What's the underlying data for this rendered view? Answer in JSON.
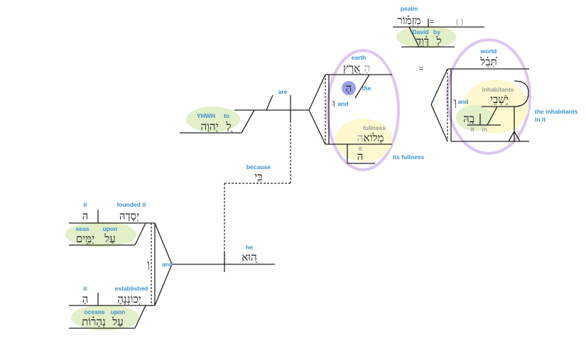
{
  "diagram": {
    "title_clause": {
      "psalm_gloss": "psalm",
      "psalm_heb": "מִזְמ֗וֹר",
      "equals": "=",
      "paren": "( )",
      "david_gloss": "David",
      "by_gloss": "by",
      "david_heb": "דָּ֫וִ֥ד",
      "by_heb": "לְ"
    },
    "clause1": {
      "yhwh_gloss": "YHWH",
      "to_gloss": "to",
      "yhwh_heb": "יְהוָה",
      "to_heb": "לַ֭",
      "are_gloss": "are",
      "earth_gloss": "earth",
      "earth_heb": "אָ֭רֶץ",
      "earth_article": "הָ",
      "the_gloss": "the",
      "the_heb": "הָ",
      "and_gloss": "and",
      "and_heb": "וּ",
      "fullness_gloss": "fullness",
      "fullness_heb": "מְלוֹא",
      "fullness_suffix": "הּ",
      "it_gloss": "it",
      "it_heb": "הּ",
      "its_fullness_gloss": "its fullness",
      "equals": "=",
      "world_gloss": "world",
      "world_heb": "תֵּ֝בֵ֗ל",
      "and2_gloss": "and",
      "and2_heb": "וְ",
      "inhabitants_gloss": "inhabitants",
      "inhabitants_heb": "יֹ֣שְׁבֵי",
      "in_it_heb": "בָֽהּ",
      "it2_gloss": "it",
      "in_gloss": "in",
      "inhabitants_in_it_gloss_1": "the inhabitants",
      "inhabitants_in_it_gloss_2": "in it"
    },
    "because": {
      "gloss": "because",
      "heb": "כִּֽי"
    },
    "clause2": {
      "he_gloss": "he",
      "he_heb": "ה֭וּא",
      "and_gloss": "and",
      "and_heb": "וְ",
      "it1_gloss": "it",
      "it1_heb": "הּ",
      "founded_gloss": "founded it",
      "founded_heb": "יְסָדָהּ",
      "seas_gloss": "seas",
      "upon1_gloss": "upon",
      "seas_heb": "יַמִּ֣ים",
      "upon1_heb": "עַל",
      "it2_gloss": "it",
      "it2_heb": "הָ",
      "established_gloss": "established",
      "established_heb": "יְכוֹנְנֶהָ",
      "oceans_gloss": "oceans",
      "upon2_gloss": "upon",
      "oceans_heb": "נְהָר֗וֹת",
      "upon2_heb": "עַל"
    },
    "colors": {
      "green_highlight": "#e2efc9",
      "yellow_highlight": "#fdf8cf",
      "purple_ring": "#dcc8f0",
      "article_circle": "#9aa3e6",
      "gloss_blue": "#3a8fd0",
      "grey_text": "#9a9a9a"
    }
  }
}
